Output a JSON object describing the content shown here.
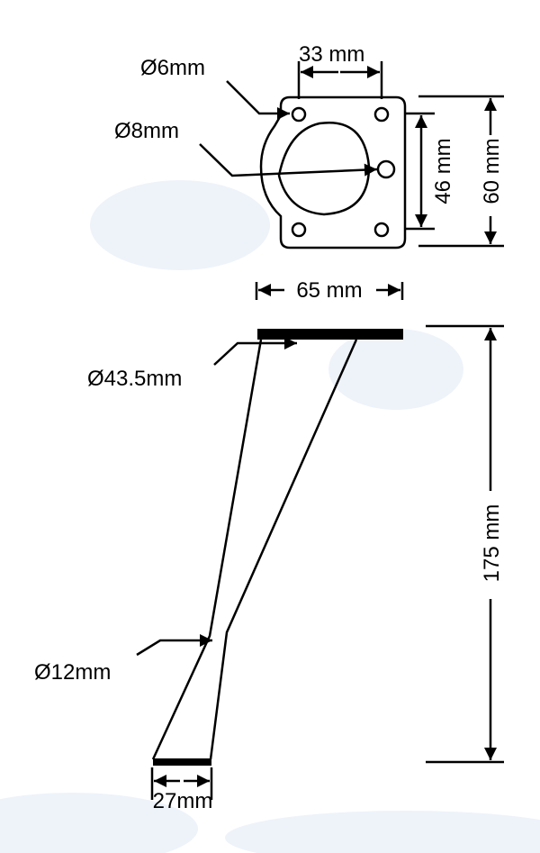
{
  "diagram": {
    "title": "Furniture leg dimension drawing",
    "colors": {
      "line": "#000000",
      "background": "#ffffff",
      "watermark": "#e8eef7"
    },
    "mounting_plate": {
      "small_hole_label": "Ø6mm",
      "center_hole_label": "Ø8mm",
      "hole_spacing_label": "33 mm",
      "inner_height_label": "46 mm",
      "plate_height_label": "60 mm"
    },
    "leg": {
      "top_width_label": "65 mm",
      "top_diameter_label": "Ø43.5mm",
      "height_label": "175 mm",
      "waist_diameter_label": "Ø12mm",
      "foot_width_label": "27mm"
    }
  }
}
